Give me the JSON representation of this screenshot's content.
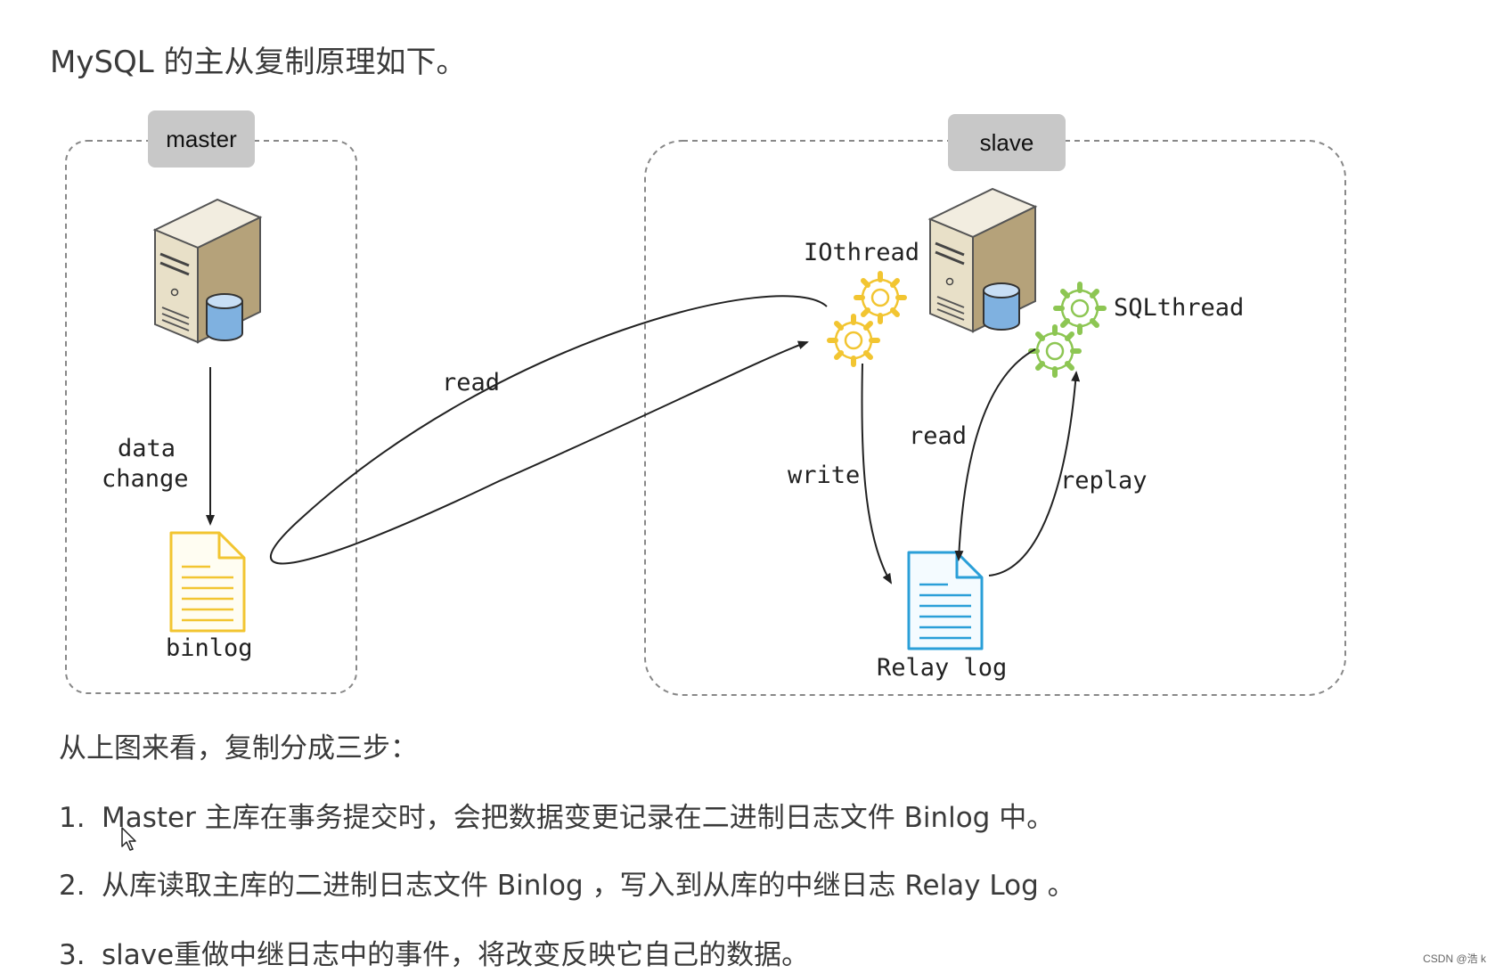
{
  "title": "MySQL 的主从复制原理如下。",
  "diagram": {
    "master": {
      "tag": "master",
      "edge_label_line1": "data",
      "edge_label_line2": "change",
      "file_label": "binlog"
    },
    "slave": {
      "tag": "slave",
      "io_thread_label": "IOthread",
      "sql_thread_label": "SQLthread",
      "file_label": "Relay log",
      "write_label": "write",
      "read_label": "read",
      "replay_label": "replay"
    },
    "cross_read_label": "read",
    "colors": {
      "gear_io": "#f2c531",
      "gear_sql": "#8dc653",
      "binlog_file": "#f2c531",
      "relay_file": "#2a9fd8",
      "tag_bg": "#c8c8c8",
      "dashed_border": "#888888"
    }
  },
  "summary": "从上图来看，复制分成三步：",
  "steps": [
    {
      "num": "1.",
      "text": "Master 主库在事务提交时，会把数据变更记录在二进制日志文件 Binlog 中。"
    },
    {
      "num": "2.",
      "text": "从库读取主库的二进制日志文件 Binlog ，写入到从库的中继日志 Relay Log 。"
    },
    {
      "num": "3.",
      "text": "slave重做中继日志中的事件，将改变反映它自己的数据。"
    }
  ],
  "watermark": "CSDN @浩 k"
}
